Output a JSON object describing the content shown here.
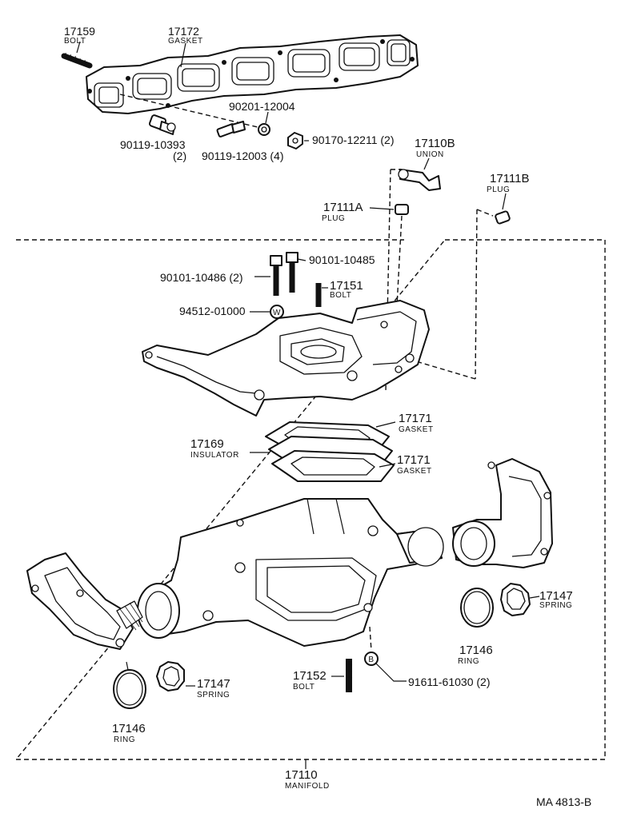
{
  "labels": {
    "p17159": {
      "num": "17159",
      "name": "BOLT"
    },
    "p17172": {
      "num": "17172",
      "name": "GASKET"
    },
    "p90201": {
      "num": "90201-12004"
    },
    "p90119a": {
      "num": "90119-10393",
      "qty": "(2)"
    },
    "p90119b": {
      "num": "90119-12003 (4)"
    },
    "p90170": {
      "num": "90170-12211 (2)"
    },
    "p17110B": {
      "num": "17110B",
      "name": "UNION"
    },
    "p17111B": {
      "num": "17111B",
      "name": "PLUG"
    },
    "p17111A": {
      "num": "17111A",
      "name": "PLUG"
    },
    "p90101a": {
      "num": "90101-10485"
    },
    "p90101b": {
      "num": "90101-10486 (2)"
    },
    "p17151": {
      "num": "17151",
      "name": "BOLT"
    },
    "p94512": {
      "num": "94512-01000"
    },
    "p17171a": {
      "num": "17171",
      "name": "GASKET"
    },
    "p17169": {
      "num": "17169",
      "name": "INSULATOR"
    },
    "p17171b": {
      "num": "17171",
      "name": "GASKET"
    },
    "p17147a": {
      "num": "17147",
      "name": "SPRING"
    },
    "p17146a": {
      "num": "17146",
      "name": "RING"
    },
    "p17152": {
      "num": "17152",
      "name": "BOLT"
    },
    "p91611": {
      "num": "91611-61030 (2)"
    },
    "p17147b": {
      "num": "17147",
      "name": "SPRING"
    },
    "p17146b": {
      "num": "17146",
      "name": "RING"
    },
    "p17110": {
      "num": "17110",
      "name": "MANIFOLD"
    }
  },
  "markers": {
    "w": "W",
    "b": "B"
  },
  "footer": {
    "code": "MA  4813-B"
  }
}
